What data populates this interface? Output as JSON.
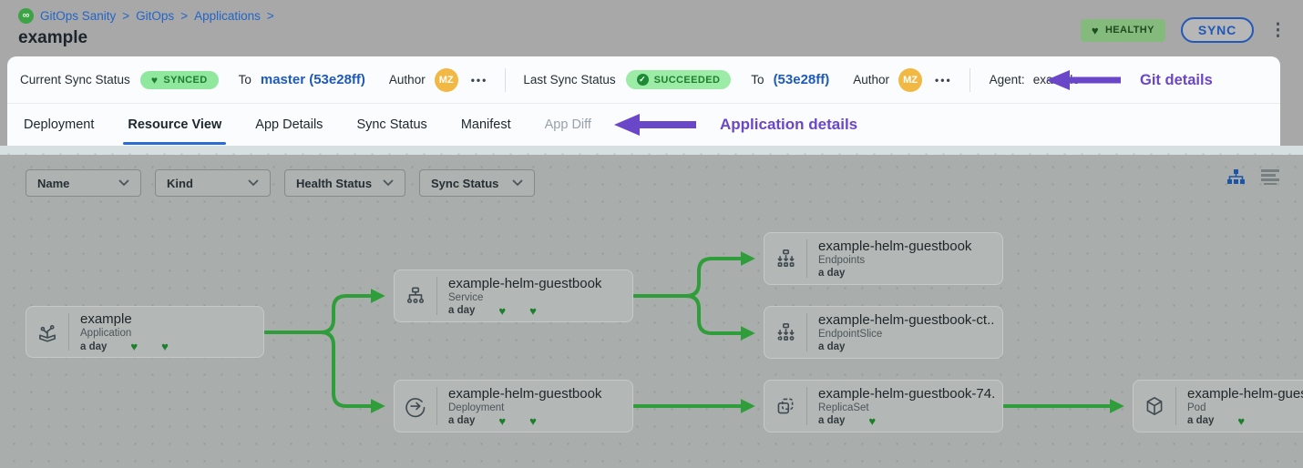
{
  "icons": {
    "heart": "♥",
    "check": "✓",
    "ellipsis": "•••",
    "kebab": "⋮",
    "infinity": "∞"
  },
  "breadcrumb": {
    "separator": ">",
    "items": [
      "GitOps Sanity",
      "GitOps",
      "Applications"
    ]
  },
  "page": {
    "title": "example"
  },
  "header_actions": {
    "health_badge": "HEALTHY",
    "sync_button": "SYNC"
  },
  "sync_bar": {
    "current_label": "Current Sync Status",
    "current_badge": "SYNCED",
    "current_to": "To",
    "current_target": "master (53e28ff)",
    "current_author_label": "Author",
    "current_author": "MZ",
    "last_label": "Last Sync Status",
    "last_badge": "SUCCEEDED",
    "last_to": "To",
    "last_target": "(53e28ff)",
    "last_author_label": "Author",
    "last_author": "MZ",
    "agent_label": "Agent:",
    "agent_value": "example",
    "annotation": "Git details"
  },
  "tabs": {
    "items": [
      {
        "label": "Deployment"
      },
      {
        "label": "Resource View"
      },
      {
        "label": "App Details"
      },
      {
        "label": "Sync Status"
      },
      {
        "label": "Manifest"
      },
      {
        "label": "App Diff"
      }
    ],
    "annotation": "Application details"
  },
  "filters": {
    "items": [
      {
        "label": "Name"
      },
      {
        "label": "Kind"
      },
      {
        "label": "Health Status"
      },
      {
        "label": "Sync Status"
      }
    ]
  },
  "tree": {
    "nodes": [
      {
        "title": "example",
        "kind": "Application",
        "age": "a day"
      },
      {
        "title": "example-helm-guestbook",
        "kind": "Service",
        "age": "a day"
      },
      {
        "title": "example-helm-guestbook",
        "kind": "Deployment",
        "age": "a day"
      },
      {
        "title": "example-helm-guestbook",
        "kind": "Endpoints",
        "age": "a day"
      },
      {
        "title": "example-helm-guestbook-ct...",
        "kind": "EndpointSlice",
        "age": "a day"
      },
      {
        "title": "example-helm-guestbook-74...",
        "kind": "ReplicaSet",
        "age": "a day"
      },
      {
        "title": "example-helm-guest",
        "kind": "Pod",
        "age": "a day"
      }
    ]
  },
  "colors": {
    "edge_green": "#2f9e3a",
    "heart_green": "#1c7f2b",
    "badge_green": "#90e79e",
    "healthy_green": "#85ba7d",
    "accent_blue": "#2258b8",
    "annotation_purple": "#6a46c8",
    "avatar_orange": "#f2b844"
  }
}
